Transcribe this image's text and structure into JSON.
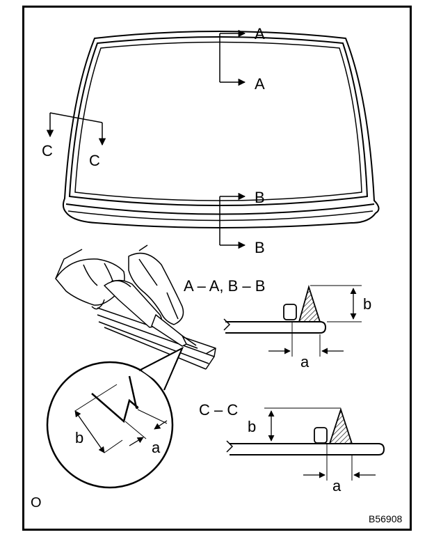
{
  "labels": {
    "sectionA": "A",
    "sectionB": "B",
    "sectionC": "C",
    "heading_ab": "A – A, B – B",
    "heading_cc": "C – C",
    "dim_a": "a",
    "dim_b": "b",
    "corner_mark": "O",
    "figure_id": "B56908"
  },
  "colors": {
    "line": "#000000",
    "background": "#ffffff"
  }
}
